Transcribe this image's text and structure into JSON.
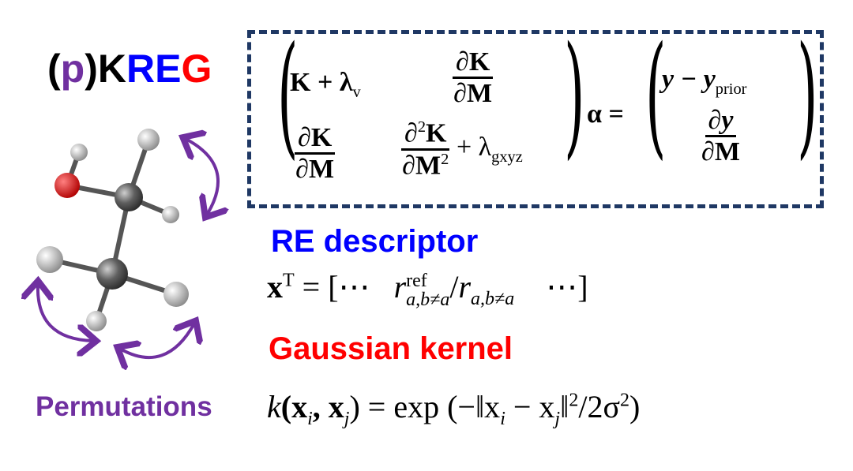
{
  "title": {
    "open": "(",
    "p": "p",
    ",close": ")",
    "close": ")",
    "k": "K",
    "re": "RE",
    "g": "G"
  },
  "colors": {
    "purple": "#7030a0",
    "blue": "#0000ff",
    "red": "#ff0000",
    "box": "#1f3864"
  },
  "matrix": {
    "a11": "K + λ",
    "a11_sub": "v",
    "partial": "∂",
    "K": "K",
    "M": "M",
    "M2sup": "2",
    "a22_plus": "+ λ",
    "a22_sub": "gxyz",
    "alpha": "α =",
    "b1": "y − y",
    "b1_sub": "prior",
    "y": "y"
  },
  "re_descriptor": {
    "label": "RE descriptor",
    "x": "x",
    "T": "T",
    "eq": "= [⋯",
    "r": "r",
    "ref": "ref",
    "sub": "a,b≠a",
    "slash": "/",
    "r2": "r",
    "sub2": "a,b≠a",
    "end": "⋯]"
  },
  "kernel": {
    "label": "Gaussian kernel",
    "formula_k": "k",
    "formula_rest": "(x",
    "i": "i",
    "comma": ", x",
    "j": "j",
    "eq": ") = exp (−‖x",
    "minus": " − x",
    "tail": "‖",
    "sq": "2",
    "div": "/2σ",
    "sigsq": "2",
    "close": ")"
  },
  "permutations": {
    "label": "Permutations"
  }
}
